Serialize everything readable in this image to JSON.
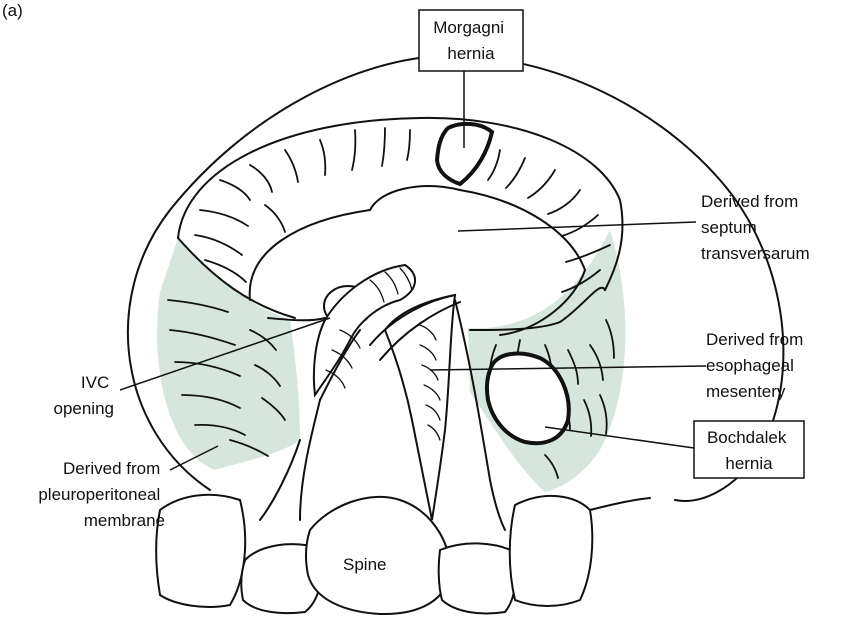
{
  "figure_letter": "(a)",
  "colors": {
    "pleuroperitoneal_fill": "#d6e6dd",
    "line": "#111111",
    "background": "#ffffff"
  },
  "labels": {
    "morgagni": [
      "Morgagni",
      "hernia"
    ],
    "septum": [
      "Derived from",
      "septum",
      "transversarum"
    ],
    "esophageal": [
      "Derived from",
      "esophageal",
      "mesentery"
    ],
    "ivc": [
      "IVC",
      "opening"
    ],
    "bochdalek": [
      "Bochdalek",
      "hernia"
    ],
    "pleuro": [
      "Derived from",
      "pleuroperitoneal",
      "membrane"
    ],
    "spine": "Spine"
  }
}
